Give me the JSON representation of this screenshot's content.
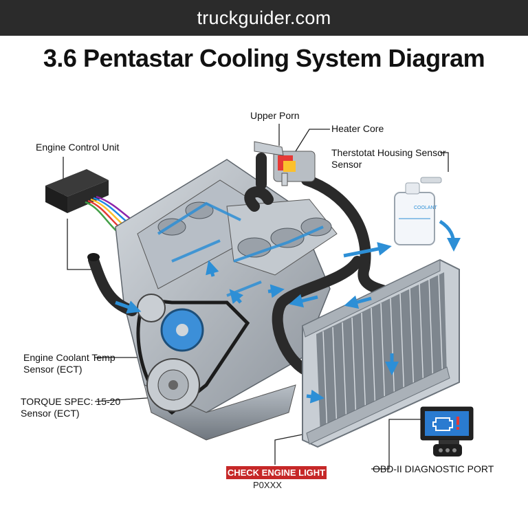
{
  "header": {
    "site": "truckguider.com"
  },
  "title": "3.6 Pentastar Cooling System Diagram",
  "labels": {
    "engine_control_unit": "Engine Control Unit",
    "upper_porn": "Upper Porn",
    "heater_core": "Heater Core",
    "thermostat_line1": "Therstotat Housing Sensor",
    "thermostat_line2": "Sensor",
    "ect_line1": "Engine Coolant Temp",
    "ect_line2": "Sensor (ECT)",
    "torque_line1": "TORQUE SPEC: 15-20",
    "torque_line2": "Sensor (ECT)",
    "check_engine": "CHECK ENGINE LIGHT",
    "code": "P0XXX",
    "obd": "OBD-II DIAGNOSTIC PORT",
    "reservoir_text": "COOLANT"
  },
  "colors": {
    "header_bg": "#2b2b2b",
    "coolant_blue": "#2d8fd6",
    "hose": "#2a2a2a",
    "engine_metal": "#a9b0b8",
    "badge_red": "#c62828"
  },
  "icons": [
    "check-engine-icon",
    "flow-arrow-icon"
  ]
}
